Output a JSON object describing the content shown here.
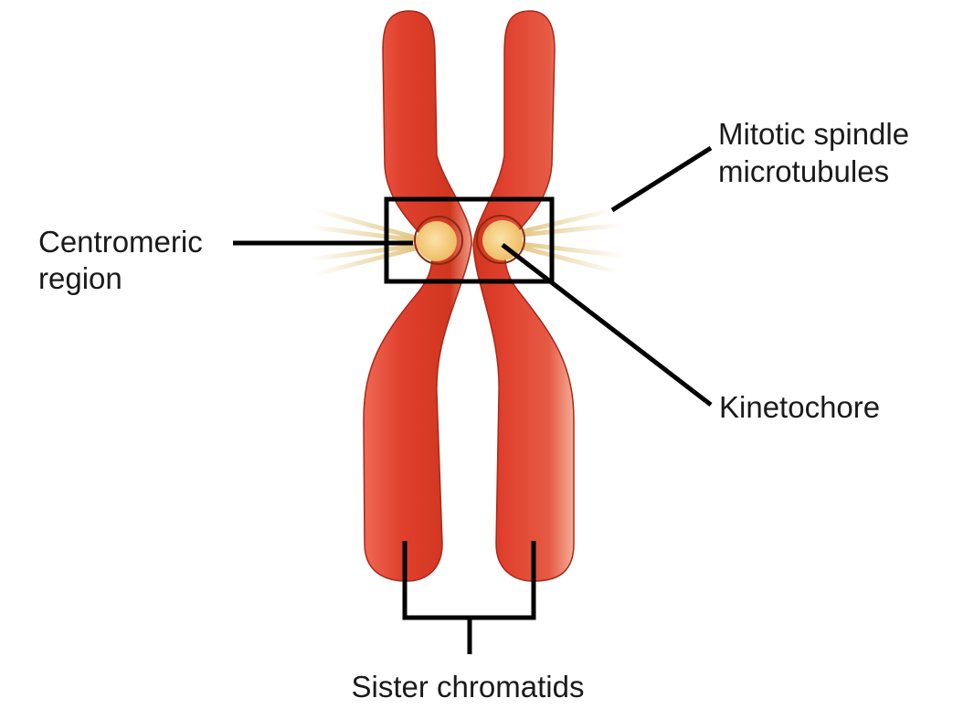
{
  "labels": {
    "centromeric_region": [
      "Centromeric",
      "region"
    ],
    "mitotic_spindle": [
      "Mitotic spindle",
      "microtubules"
    ],
    "kinetochore": "Kinetochore",
    "sister_chromatids": "Sister chromatids"
  },
  "colors": {
    "chromatid": "#e0402e",
    "chromatid_dark": "#b92a1c",
    "chromatid_highlight": "#f08070",
    "kinetochore": "#f5c870",
    "microtubule": "#ead29a",
    "lines": "#000000"
  }
}
